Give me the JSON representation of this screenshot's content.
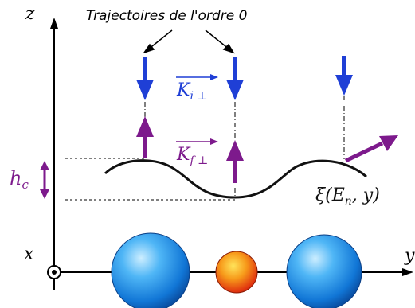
{
  "title": "Trajectoires de l'ordre 0",
  "axes": {
    "z": "z",
    "x": "x",
    "y": "y"
  },
  "labels": {
    "k_incident": "K",
    "k_incident_sub": "i ⊥",
    "k_final": "K",
    "k_final_sub": "f ⊥",
    "hc_main": "h",
    "hc_sub": "c",
    "xi": "ξ(E",
    "xi_sub": "n",
    "xi_tail": ", y)"
  },
  "colors": {
    "incident": "#1f3fd6",
    "final": "#7d1a8c",
    "surface": "#111111",
    "atom_large": "#1e7fd8",
    "atom_small": "#e33a12"
  }
}
